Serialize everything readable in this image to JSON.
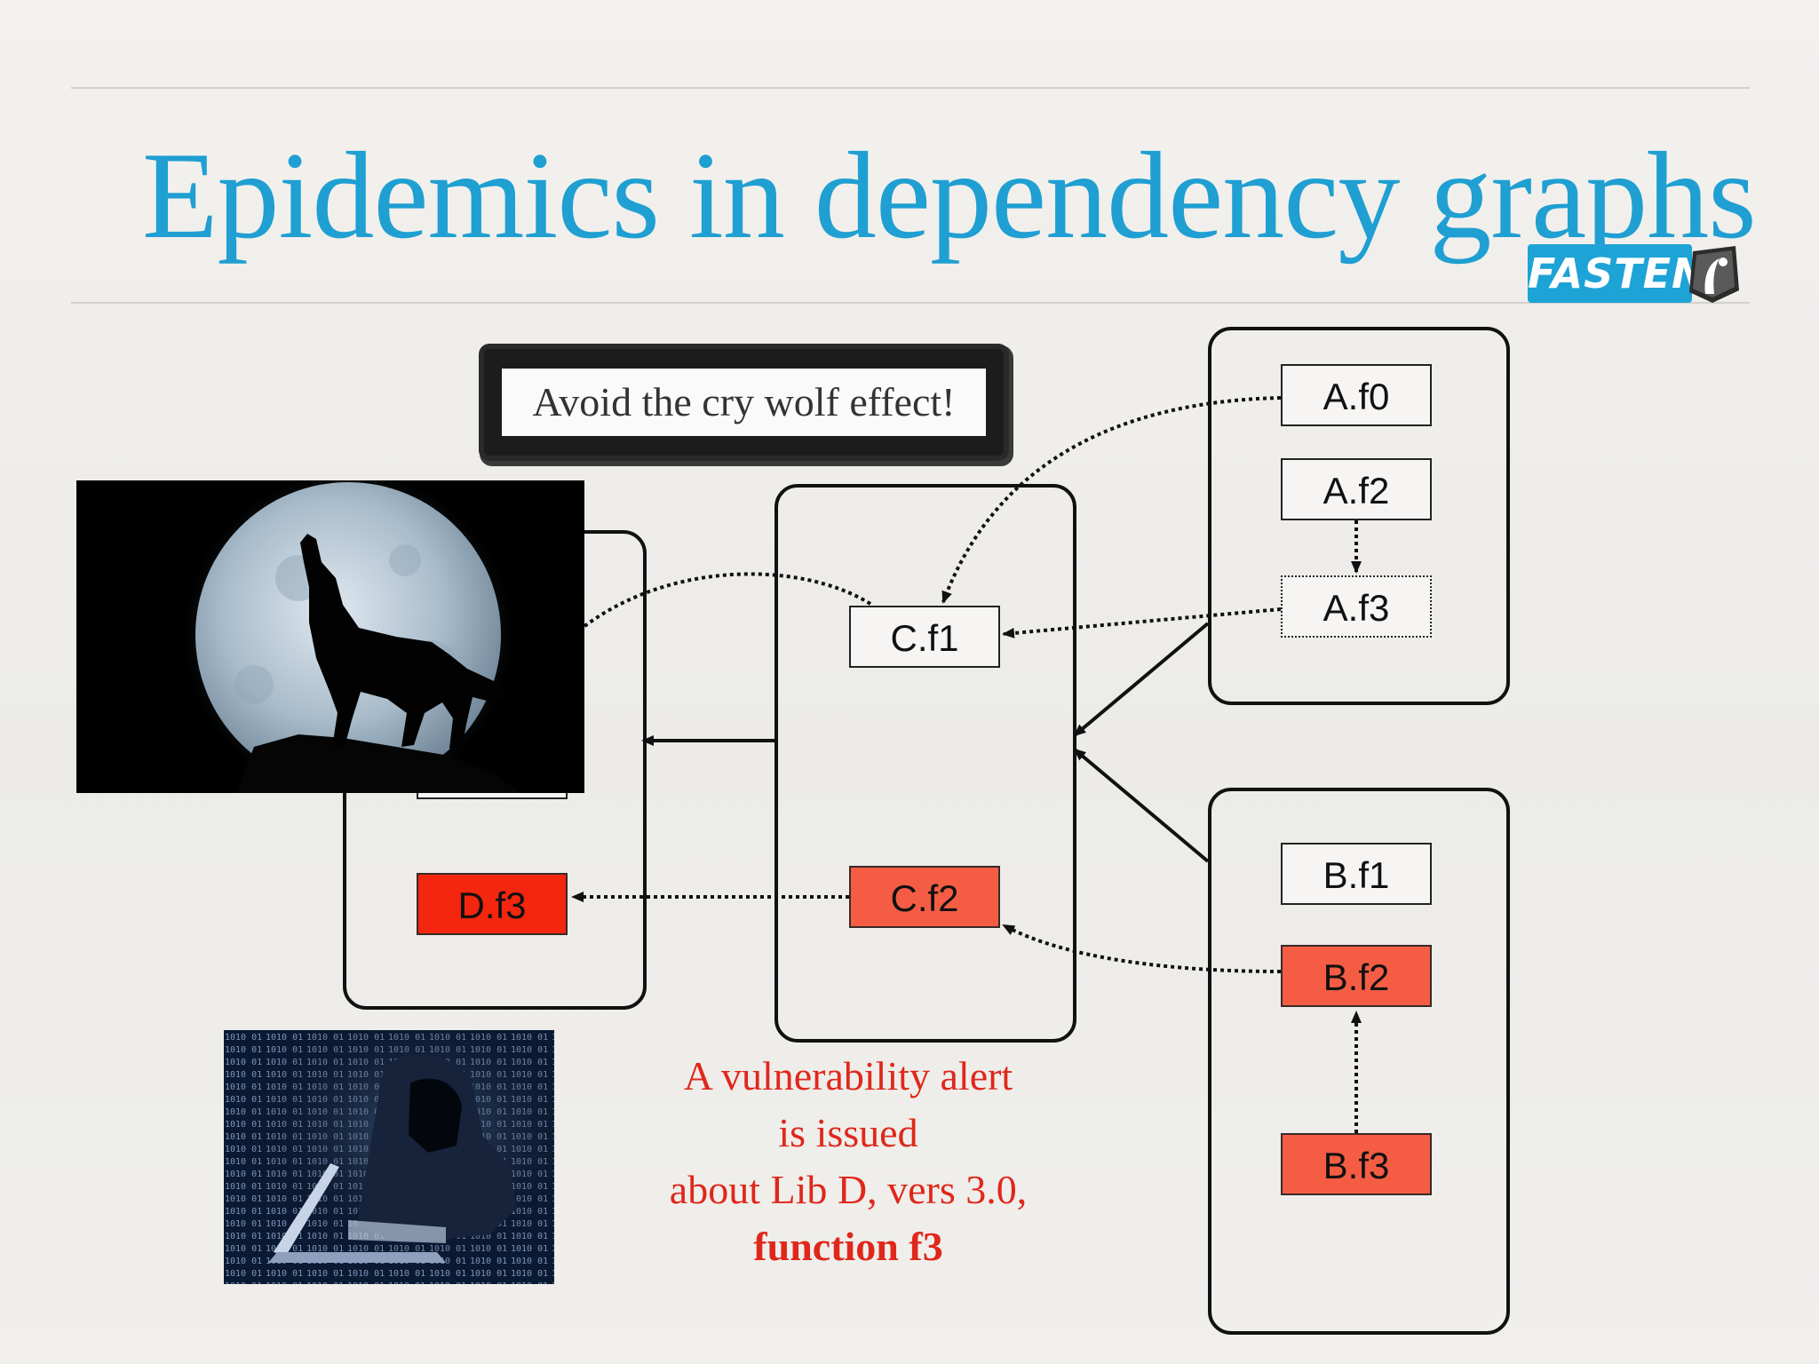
{
  "slide": {
    "title": "Epidemics in dependency graphs",
    "logo_text": "FASTEN",
    "banner_text": "Avoid the cry wolf effect!",
    "alert_lines": [
      "A vulnerability alert",
      "is issued",
      "about Lib D, vers 3.0,",
      "function f3"
    ]
  },
  "nodes": {
    "a_f0": "A.f0",
    "a_f2": "A.f2",
    "a_f3": "A.f3",
    "b_f1": "B.f1",
    "b_f2": "B.f2",
    "b_f3": "B.f3",
    "c_f1": "C.f1",
    "c_f2": "C.f2",
    "d_f3": "D.f3"
  },
  "colors": {
    "title": "#1f9fd2",
    "alert": "#e0271b",
    "vulnerable": "#f45d44",
    "origin": "#f4260f",
    "logo": "#1ea3d6"
  },
  "images": {
    "wolf": "wolf-howling-at-moon",
    "hacker": "hooded-hacker-with-laptop"
  }
}
